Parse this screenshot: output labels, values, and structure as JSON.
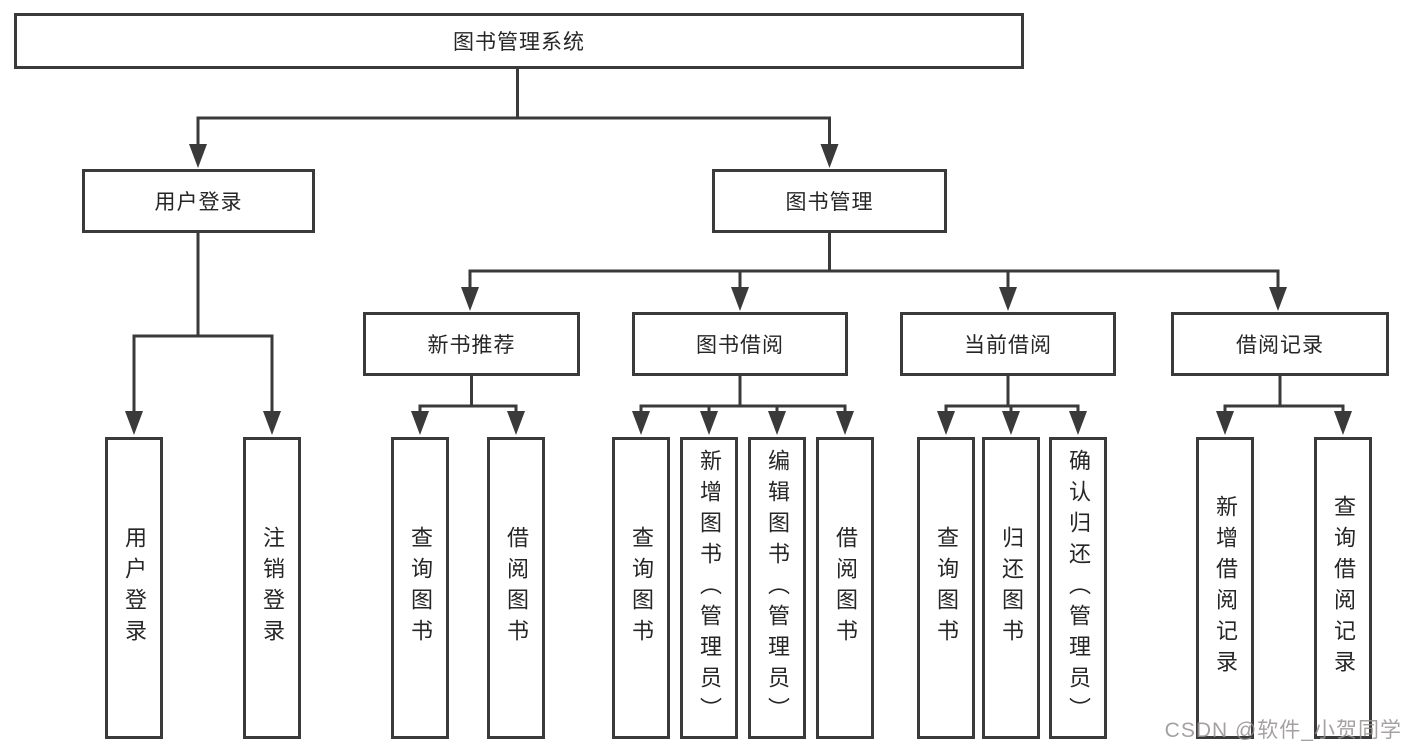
{
  "nodes": {
    "root": "图书管理系统",
    "user_login": "用户登录",
    "book_management": "图书管理",
    "new_book_recommend": "新书推荐",
    "book_borrow": "图书借阅",
    "current_borrow": "当前借阅",
    "borrow_records": "借阅记录",
    "leaf_user_login": "用户登录",
    "leaf_logout": "注销登录",
    "nb_query_books": "查询图书",
    "nb_borrow_books": "借阅图书",
    "bb_query_books": "查询图书",
    "bb_add_books": "新增图书（管理员）",
    "bb_edit_books": "编辑图书（管理员）",
    "bb_borrow_books": "借阅图书",
    "cb_query_books": "查询图书",
    "cb_return_books": "归还图书",
    "cb_confirm_return": "确认归还（管理员）",
    "br_add_record": "新增借阅记录",
    "br_query_record": "查询借阅记录"
  },
  "watermark": "CSDN @软件_小贺同学",
  "colors": {
    "line": "#3a3a3a",
    "text": "#262626",
    "box_background": "#ffffff",
    "watermark": "#979191"
  }
}
